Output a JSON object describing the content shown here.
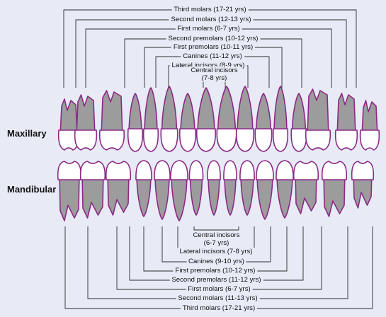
{
  "jaw_labels": {
    "upper": "Maxillary",
    "lower": "Mandibular"
  },
  "maxillary_eruption": [
    {
      "label": "Third molars (17-21 yrs)"
    },
    {
      "label": "Second molars (12-13 yrs)"
    },
    {
      "label": "First molars (6-7 yrs)"
    },
    {
      "label": "Second premolars (10-12 yrs)"
    },
    {
      "label": "First premolars (10-11 yrs)"
    },
    {
      "label": "Canines (11-12 yrs)"
    },
    {
      "label": "Lateral incisors (8-9 yrs)"
    },
    {
      "label": "Central incisors\n(7-8 yrs)"
    }
  ],
  "mandibular_eruption": [
    {
      "label": "Central incisors\n(6-7 yrs)"
    },
    {
      "label": "Lateral incisors (7-8 yrs)"
    },
    {
      "label": "Canines (9-10 yrs)"
    },
    {
      "label": "First premolars (10-12 yrs)"
    },
    {
      "label": "Second premolars (11-12 yrs)"
    },
    {
      "label": "First molars (6-7 yrs)"
    },
    {
      "label": "Second molars (11-13 yrs)"
    },
    {
      "label": "Third molars (17-21 yrs)"
    }
  ],
  "colors": {
    "background": "#e8ebf6",
    "root": "#9c9c9c",
    "outline": "#8b2a86",
    "crown": "#ffffff",
    "bracket_line": "#2b2b2b"
  }
}
